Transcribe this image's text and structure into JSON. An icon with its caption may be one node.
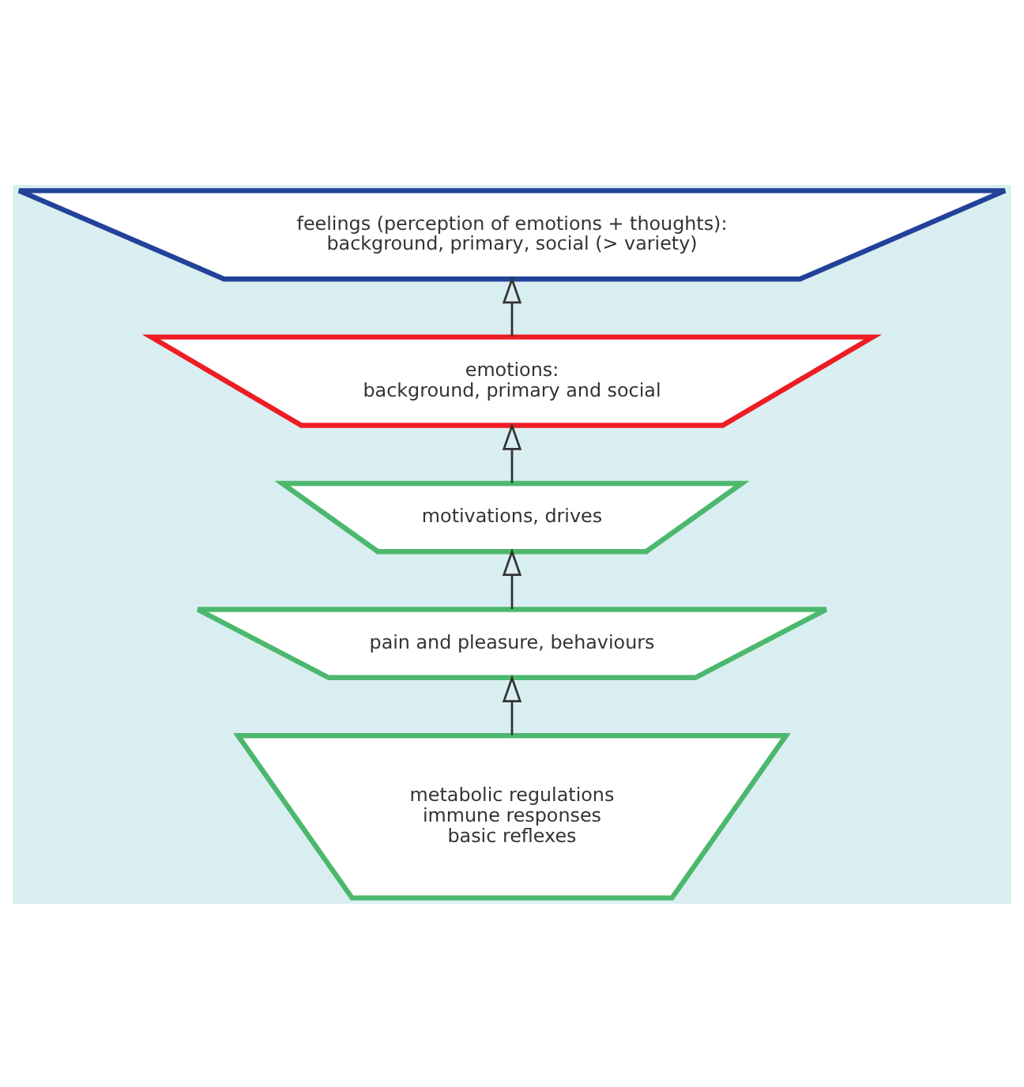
{
  "diagram": {
    "nodes": [
      {
        "text": [
          "feelings (perception of emotions + thoughts): background, primary, social (> variety)"
        ]
      },
      {
        "text": [
          "emotions: background, primary and social"
        ]
      },
      {
        "text": [
          "motivations, drives"
        ]
      },
      {
        "text": [
          "pain and pleasure, behaviours"
        ]
      },
      {
        "text": [
          "metabolic regulations",
          "immune responses",
          "basic reflexes"
        ]
      }
    ],
    "edges": [
      {
        "from": 4,
        "to": 3,
        "arrow": "to"
      },
      {
        "from": 3,
        "to": 2,
        "arrow": "to"
      },
      {
        "from": 2,
        "to": 1,
        "arrow": "to"
      },
      {
        "from": 1,
        "to": 0,
        "arrow": "to"
      }
    ]
  }
}
